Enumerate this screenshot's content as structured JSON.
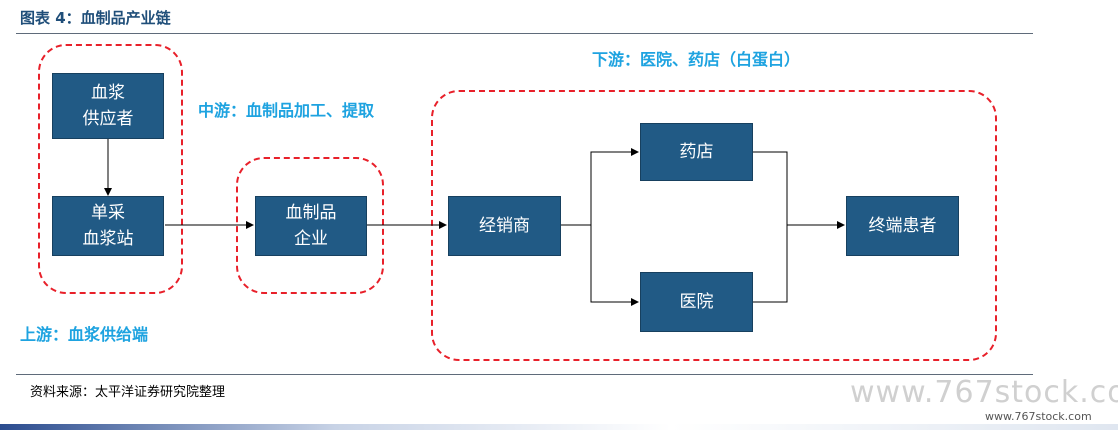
{
  "title": "图表 4：血制品产业链",
  "source": "资料来源：太平洋证券研究院整理",
  "stages": {
    "upstream": "上游：血浆供给端",
    "midstream": "中游：血制品加工、提取",
    "downstream": "下游：医院、药店（白蛋白）"
  },
  "nodes": {
    "plasma_supplier": "血浆\n供应者",
    "plasma_station": "单采\n血浆站",
    "blood_enterprise": "血制品\n企业",
    "distributor": "经销商",
    "pharmacy": "药店",
    "hospital": "医院",
    "end_patient": "终端患者"
  },
  "watermark": "www.767stock.com",
  "watermark_small": "www.767stock.com",
  "colors": {
    "node_fill": "#215a85",
    "stage_label": "#1ea3e0",
    "group_border": "#e8202a",
    "title": "#1f4e79"
  }
}
